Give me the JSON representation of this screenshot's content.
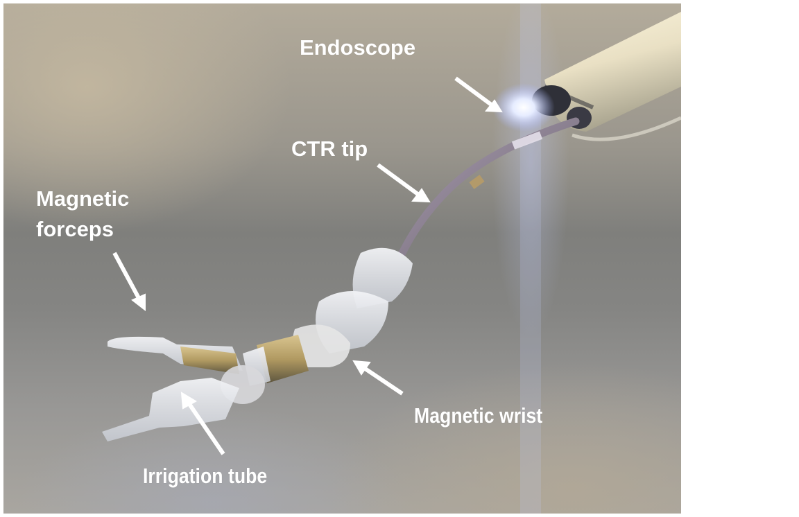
{
  "figure": {
    "description": "Photograph of a concentric tube robot (CTR) tip with magnetic surgical tools, annotated with labeled arrows",
    "background_colors": {
      "page": "#ffffff",
      "photo_top": "#b3ab9b",
      "photo_middle": "#7f7f7c",
      "photo_bottom": "#a9a6a0"
    },
    "label_color": "#ffffff"
  },
  "annotations": [
    {
      "id": "endoscope",
      "label": "Endoscope"
    },
    {
      "id": "ctr-tip",
      "label": "CTR tip"
    },
    {
      "id": "magnetic-forceps",
      "label_line1": "Magnetic",
      "label_line2": "forceps"
    },
    {
      "id": "magnetic-wrist",
      "label": "Magnetic wrist"
    },
    {
      "id": "irrigation-tube",
      "label": "Irrigation tube"
    }
  ]
}
